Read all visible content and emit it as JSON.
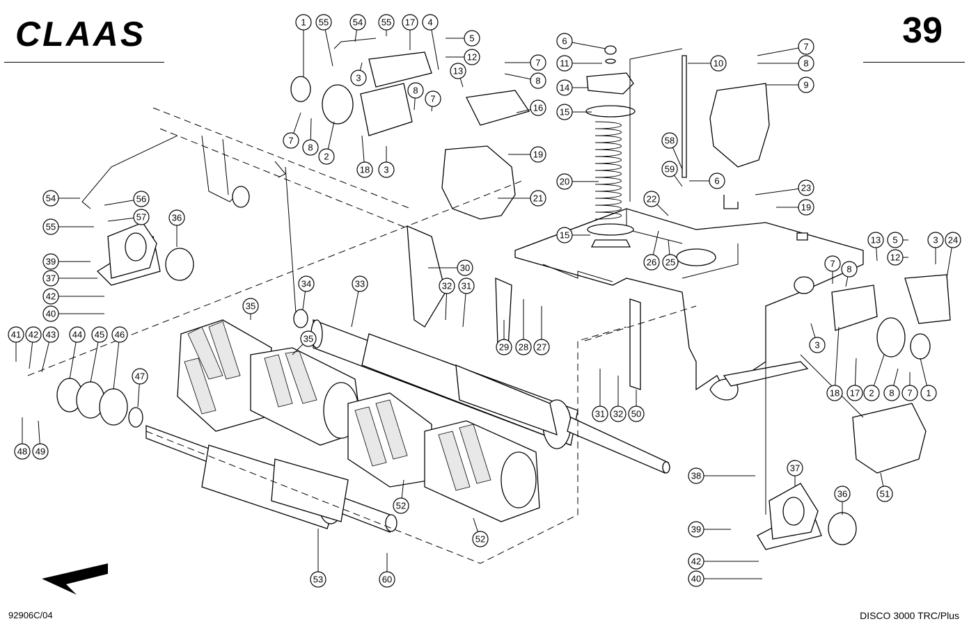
{
  "header": {
    "brand": "CLAAS",
    "page_number": "39"
  },
  "footer": {
    "drawing_code": "92906C/04",
    "model": "DISCO 3000 TRC/Plus"
  },
  "callouts": [
    {
      "id": "c1",
      "label": "1"
    },
    {
      "id": "c55a",
      "label": "55"
    },
    {
      "id": "c54a",
      "label": "54"
    },
    {
      "id": "c55b",
      "label": "55"
    },
    {
      "id": "c17a",
      "label": "17"
    },
    {
      "id": "c4",
      "label": "4"
    },
    {
      "id": "c5a",
      "label": "5"
    },
    {
      "id": "c12a",
      "label": "12"
    },
    {
      "id": "c3a",
      "label": "3"
    },
    {
      "id": "c13a",
      "label": "13"
    },
    {
      "id": "c8a",
      "label": "8"
    },
    {
      "id": "c7a",
      "label": "7"
    },
    {
      "id": "c7b",
      "label": "7"
    },
    {
      "id": "c8b",
      "label": "8"
    },
    {
      "id": "c16",
      "label": "16"
    },
    {
      "id": "c7c",
      "label": "7"
    },
    {
      "id": "c8c",
      "label": "8"
    },
    {
      "id": "c2a",
      "label": "2"
    },
    {
      "id": "c18a",
      "label": "18"
    },
    {
      "id": "c3b",
      "label": "3"
    },
    {
      "id": "c19a",
      "label": "19"
    },
    {
      "id": "c21",
      "label": "21"
    },
    {
      "id": "c6a",
      "label": "6"
    },
    {
      "id": "c11",
      "label": "11"
    },
    {
      "id": "c14",
      "label": "14"
    },
    {
      "id": "c15a",
      "label": "15"
    },
    {
      "id": "c20",
      "label": "20"
    },
    {
      "id": "c15b",
      "label": "15"
    },
    {
      "id": "c10",
      "label": "10"
    },
    {
      "id": "c7d",
      "label": "7"
    },
    {
      "id": "c8d",
      "label": "8"
    },
    {
      "id": "c9",
      "label": "9"
    },
    {
      "id": "c58",
      "label": "58"
    },
    {
      "id": "c59",
      "label": "59"
    },
    {
      "id": "c6b",
      "label": "6"
    },
    {
      "id": "c22",
      "label": "22"
    },
    {
      "id": "c23",
      "label": "23"
    },
    {
      "id": "c19b",
      "label": "19"
    },
    {
      "id": "c26",
      "label": "26"
    },
    {
      "id": "c25",
      "label": "25"
    },
    {
      "id": "c54b",
      "label": "54"
    },
    {
      "id": "c56",
      "label": "56"
    },
    {
      "id": "c57",
      "label": "57"
    },
    {
      "id": "c55c",
      "label": "55"
    },
    {
      "id": "c36a",
      "label": "36"
    },
    {
      "id": "c39a",
      "label": "39"
    },
    {
      "id": "c37a",
      "label": "37"
    },
    {
      "id": "c42a",
      "label": "42"
    },
    {
      "id": "c40a",
      "label": "40"
    },
    {
      "id": "c34",
      "label": "34"
    },
    {
      "id": "c33",
      "label": "33"
    },
    {
      "id": "c35a",
      "label": "35"
    },
    {
      "id": "c35b",
      "label": "35"
    },
    {
      "id": "c30",
      "label": "30"
    },
    {
      "id": "c32a",
      "label": "32"
    },
    {
      "id": "c31a",
      "label": "31"
    },
    {
      "id": "c29",
      "label": "29"
    },
    {
      "id": "c28",
      "label": "28"
    },
    {
      "id": "c27",
      "label": "27"
    },
    {
      "id": "c41",
      "label": "41"
    },
    {
      "id": "c42b",
      "label": "42"
    },
    {
      "id": "c43",
      "label": "43"
    },
    {
      "id": "c44",
      "label": "44"
    },
    {
      "id": "c45",
      "label": "45"
    },
    {
      "id": "c46",
      "label": "46"
    },
    {
      "id": "c47",
      "label": "47"
    },
    {
      "id": "c48",
      "label": "48"
    },
    {
      "id": "c49",
      "label": "49"
    },
    {
      "id": "c31b",
      "label": "31"
    },
    {
      "id": "c32b",
      "label": "32"
    },
    {
      "id": "c50",
      "label": "50"
    },
    {
      "id": "c52a",
      "label": "52"
    },
    {
      "id": "c52b",
      "label": "52"
    },
    {
      "id": "c53",
      "label": "53"
    },
    {
      "id": "c60",
      "label": "60"
    },
    {
      "id": "c13b",
      "label": "13"
    },
    {
      "id": "c5b",
      "label": "5"
    },
    {
      "id": "c12b",
      "label": "12"
    },
    {
      "id": "c3c",
      "label": "3"
    },
    {
      "id": "c24",
      "label": "24"
    },
    {
      "id": "c7e",
      "label": "7"
    },
    {
      "id": "c8e",
      "label": "8"
    },
    {
      "id": "c3d",
      "label": "3"
    },
    {
      "id": "c18b",
      "label": "18"
    },
    {
      "id": "c17b",
      "label": "17"
    },
    {
      "id": "c2b",
      "label": "2"
    },
    {
      "id": "c8f",
      "label": "8"
    },
    {
      "id": "c7f",
      "label": "7"
    },
    {
      "id": "c1b",
      "label": "1"
    },
    {
      "id": "c51",
      "label": "51"
    },
    {
      "id": "c38",
      "label": "38"
    },
    {
      "id": "c37b",
      "label": "37"
    },
    {
      "id": "c36b",
      "label": "36"
    },
    {
      "id": "c39b",
      "label": "39"
    },
    {
      "id": "c42c",
      "label": "42"
    },
    {
      "id": "c40b",
      "label": "40"
    }
  ]
}
